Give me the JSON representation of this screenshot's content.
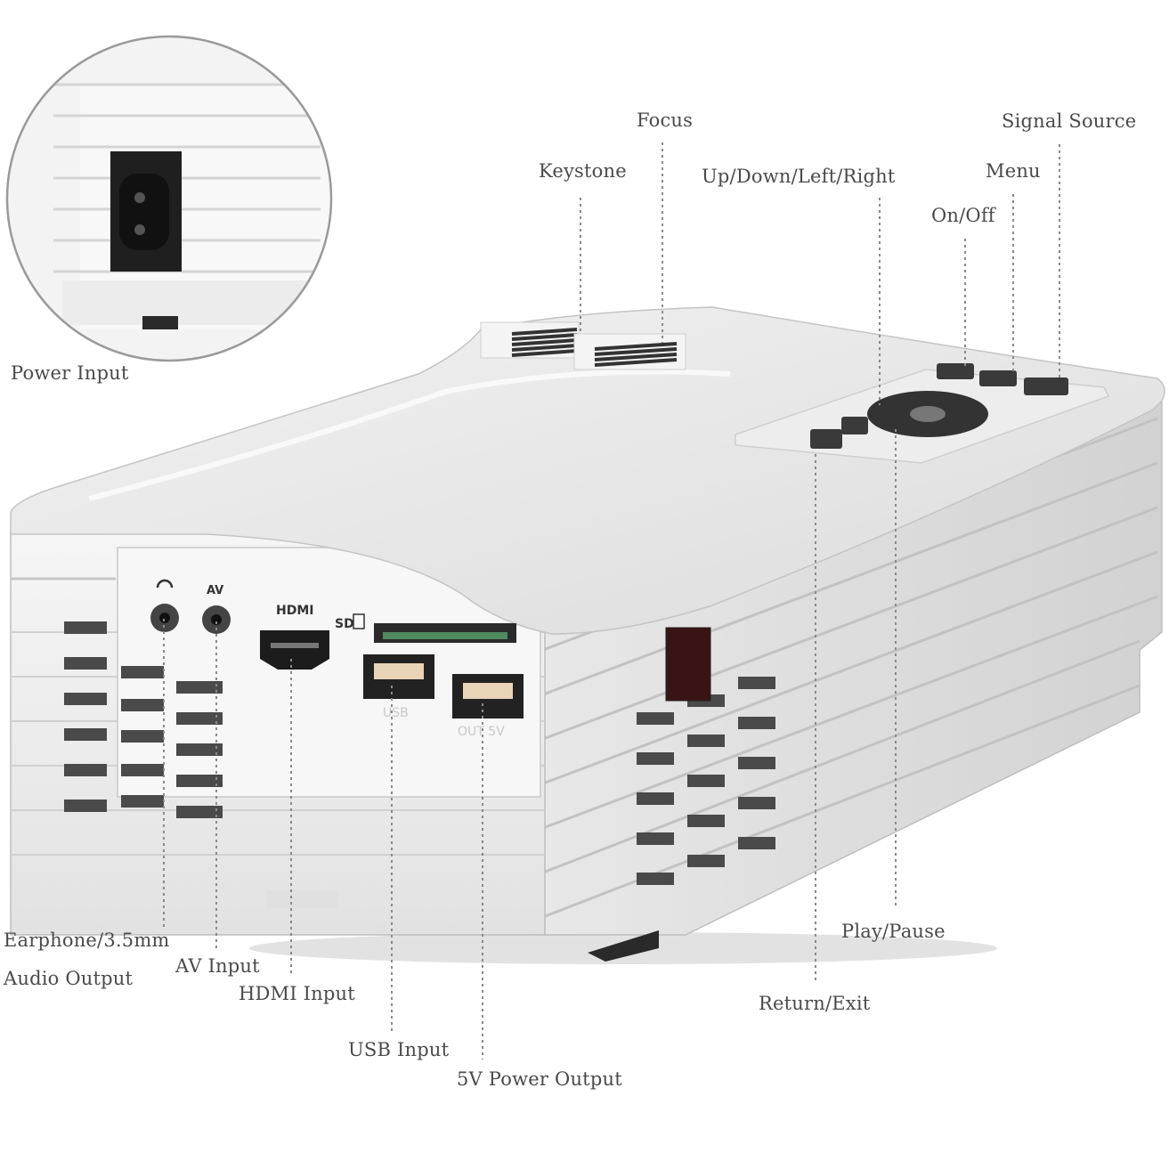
{
  "callouts": {
    "power_input": "Power Input",
    "keystone": "Keystone",
    "focus": "Focus",
    "up_down_left_right": "Up/Down/Left/Right",
    "signal_source": "Signal Source",
    "menu": "Menu",
    "on_off": "On/Off",
    "play_pause": "Play/Pause",
    "return_exit": "Return/Exit",
    "earphone_line1": "Earphone/3.5mm",
    "earphone_line2": "Audio Output",
    "av_input": "AV Input",
    "hdmi_input": "HDMI Input",
    "usb_input": "USB Input",
    "power_output_5v": "5V Power Output"
  },
  "port_labels": {
    "av": "AV",
    "hdmi": "HDMI",
    "sd": "SD",
    "usb": "USB",
    "out_5v": "OUT 5V"
  }
}
